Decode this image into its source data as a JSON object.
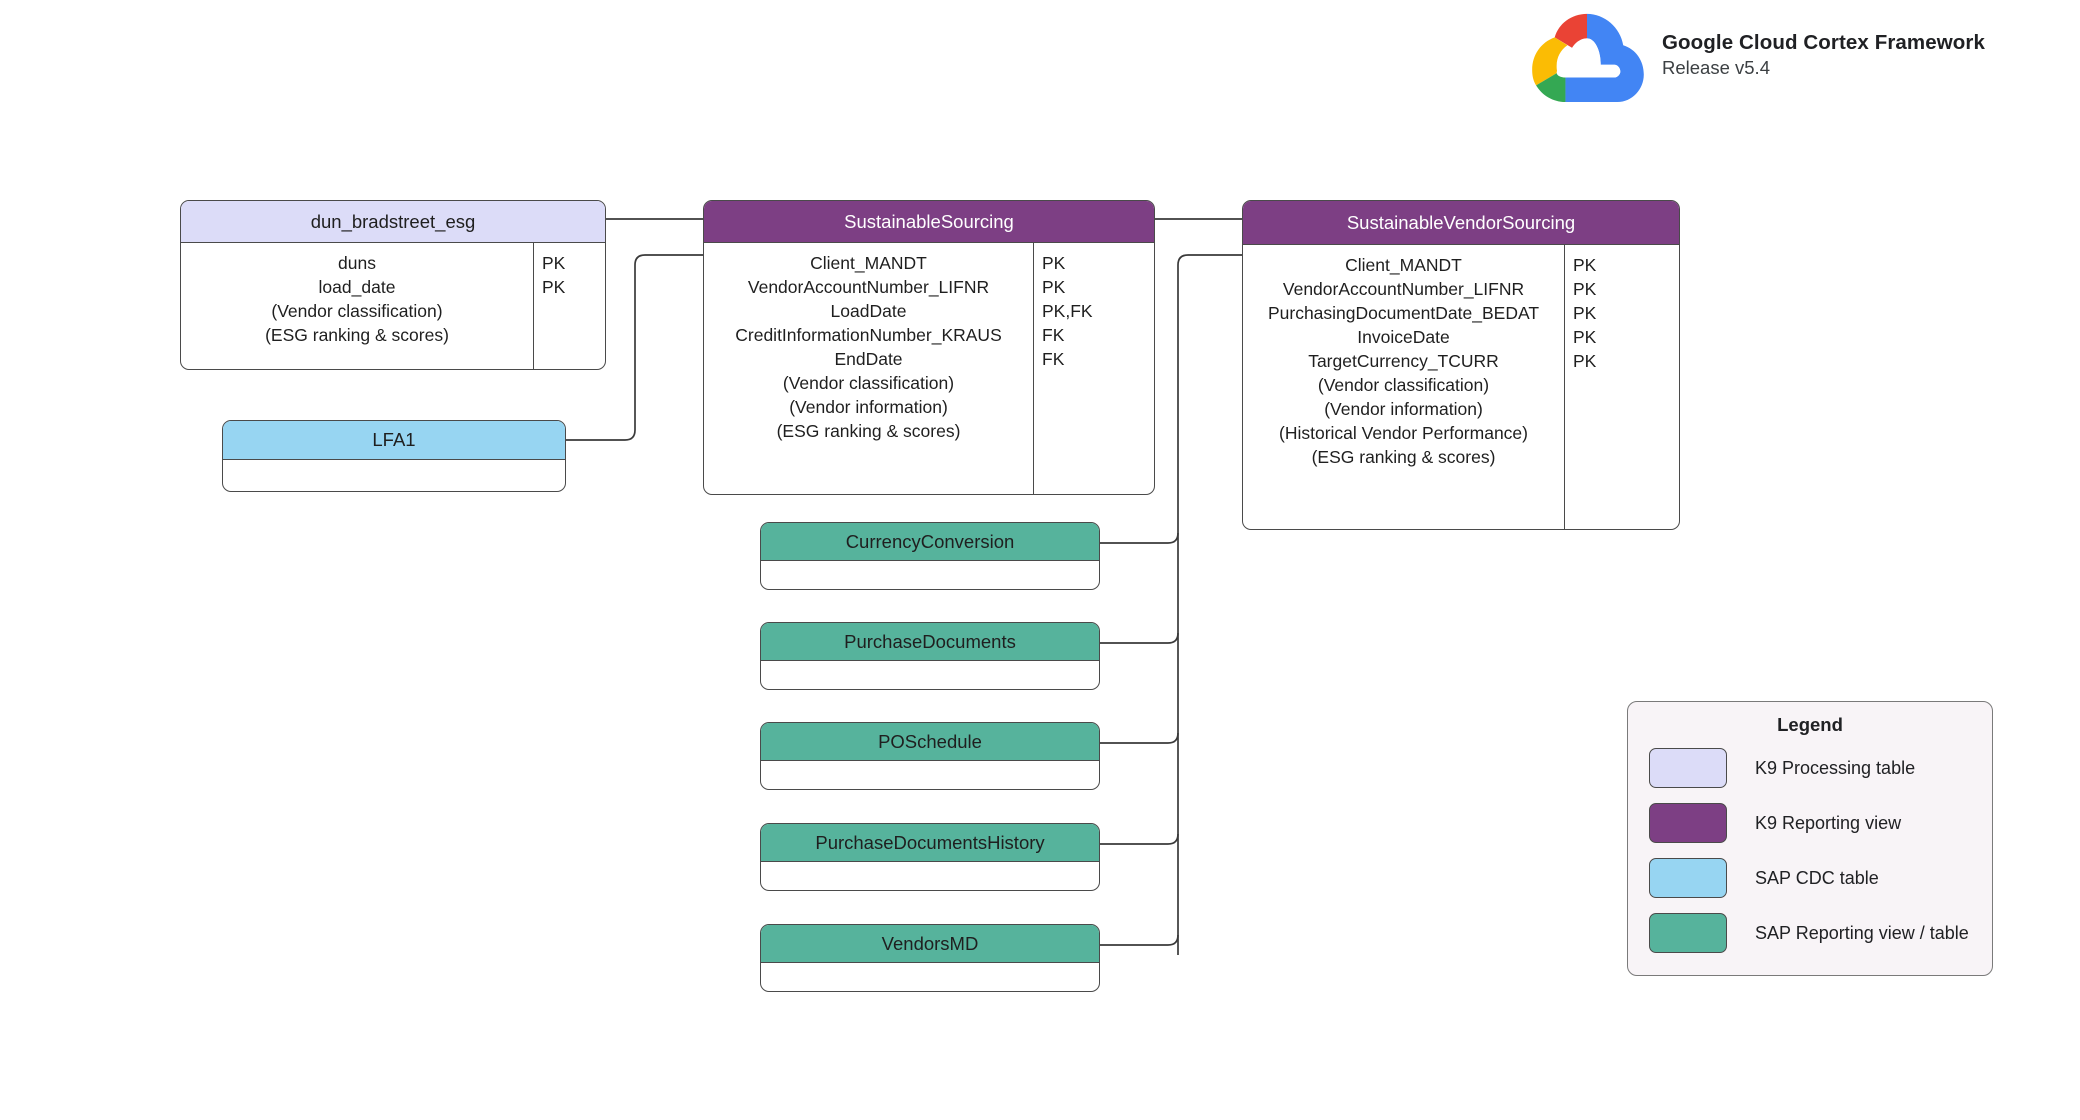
{
  "brand": {
    "title": "Google Cloud Cortex Framework",
    "release": "Release v5.4",
    "logo_icon": "google-cloud-logo"
  },
  "entities": {
    "dun_bradstreet_esg": {
      "title": "dun_bradstreet_esg",
      "type": "K9 Processing table",
      "color": "#dcdcf8",
      "attributes": [
        {
          "name": "duns",
          "key": "PK"
        },
        {
          "name": "load_date",
          "key": "PK"
        },
        {
          "name": "(Vendor classification)",
          "key": ""
        },
        {
          "name": "(ESG ranking & scores)",
          "key": ""
        }
      ]
    },
    "lfa1": {
      "title": "LFA1",
      "type": "SAP CDC table",
      "color": "#97d5f2",
      "attributes": []
    },
    "sustainable_sourcing": {
      "title": "SustainableSourcing",
      "type": "K9 Reporting view",
      "color": "#7d3f84",
      "attributes": [
        {
          "name": "Client_MANDT",
          "key": "PK"
        },
        {
          "name": "VendorAccountNumber_LIFNR",
          "key": "PK"
        },
        {
          "name": "LoadDate",
          "key": "PK,FK"
        },
        {
          "name": "CreditInformationNumber_KRAUS",
          "key": "FK"
        },
        {
          "name": "EndDate",
          "key": "FK"
        },
        {
          "name": "(Vendor classification)",
          "key": ""
        },
        {
          "name": "(Vendor information)",
          "key": ""
        },
        {
          "name": "(ESG ranking & scores)",
          "key": ""
        }
      ]
    },
    "sustainable_vendor_sourcing": {
      "title": "SustainableVendorSourcing",
      "type": "K9 Reporting view",
      "color": "#7d3f84",
      "attributes": [
        {
          "name": "Client_MANDT",
          "key": "PK"
        },
        {
          "name": "VendorAccountNumber_LIFNR",
          "key": "PK"
        },
        {
          "name": "PurchasingDocumentDate_BEDAT",
          "key": "PK"
        },
        {
          "name": "InvoiceDate",
          "key": "PK"
        },
        {
          "name": "TargetCurrency_TCURR",
          "key": "PK"
        },
        {
          "name": "(Vendor classification)",
          "key": ""
        },
        {
          "name": "(Vendor information)",
          "key": ""
        },
        {
          "name": "(Historical Vendor Performance)",
          "key": ""
        },
        {
          "name": "(ESG ranking & scores)",
          "key": ""
        }
      ]
    },
    "currency_conversion": {
      "title": "CurrencyConversion",
      "type": "SAP Reporting view / table",
      "color": "#56b39c",
      "attributes": []
    },
    "purchase_documents": {
      "title": "PurchaseDocuments",
      "type": "SAP Reporting view / table",
      "color": "#56b39c",
      "attributes": []
    },
    "po_schedule": {
      "title": "POSchedule",
      "type": "SAP Reporting view / table",
      "color": "#56b39c",
      "attributes": []
    },
    "purchase_documents_history": {
      "title": "PurchaseDocumentsHistory",
      "type": "SAP Reporting view / table",
      "color": "#56b39c",
      "attributes": []
    },
    "vendors_md": {
      "title": "VendorsMD",
      "type": "SAP Reporting view / table",
      "color": "#56b39c",
      "attributes": []
    }
  },
  "legend": {
    "title": "Legend",
    "items": [
      {
        "label": "K9 Processing table",
        "color": "#dcdcf8"
      },
      {
        "label": "K9 Reporting view",
        "color": "#7d3f84"
      },
      {
        "label": "SAP CDC table",
        "color": "#97d5f2"
      },
      {
        "label": "SAP Reporting view / table",
        "color": "#56b39c"
      }
    ]
  },
  "relationships": [
    {
      "from": "dun_bradstreet_esg",
      "to": "sustainable_sourcing"
    },
    {
      "from": "lfa1",
      "to": "sustainable_sourcing"
    },
    {
      "from": "sustainable_sourcing",
      "to": "sustainable_vendor_sourcing"
    },
    {
      "from": "currency_conversion",
      "to": "sustainable_vendor_sourcing"
    },
    {
      "from": "purchase_documents",
      "to": "sustainable_vendor_sourcing"
    },
    {
      "from": "po_schedule",
      "to": "sustainable_vendor_sourcing"
    },
    {
      "from": "purchase_documents_history",
      "to": "sustainable_vendor_sourcing"
    },
    {
      "from": "vendors_md",
      "to": "sustainable_vendor_sourcing"
    }
  ]
}
